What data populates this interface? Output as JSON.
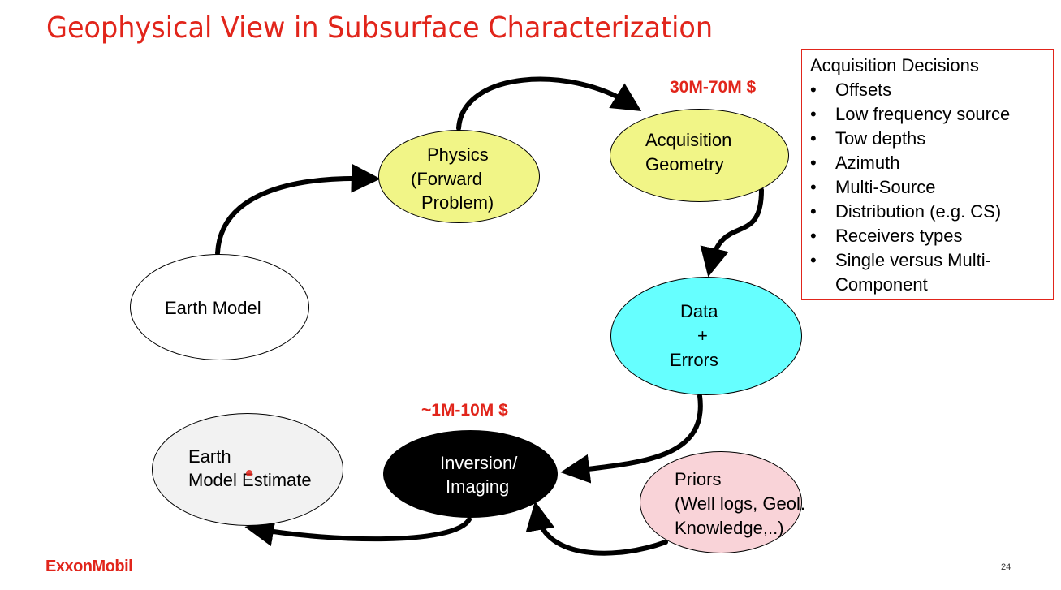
{
  "slide": {
    "title": "Geophysical View in Subsurface Characterization",
    "page_number": "24",
    "logo": "ExxonMobil"
  },
  "nodes": {
    "earth_model": {
      "label": "Earth Model",
      "fill": "#ffffff"
    },
    "physics": {
      "line1": "Physics",
      "line2": "(Forward",
      "line3": "Problem)",
      "fill": "#f1f587"
    },
    "acquisition": {
      "line1": "Acquisition",
      "line2": "Geometry",
      "fill": "#f1f587"
    },
    "data": {
      "line1": "Data",
      "line2": "+",
      "line3": "Errors",
      "fill": "#66ffff"
    },
    "inversion": {
      "line1": "Inversion/",
      "line2": "Imaging",
      "fill": "#000000",
      "text_color": "#ffffff"
    },
    "earth_estimate": {
      "line1": "Earth",
      "line2": "Model Estimate",
      "fill": "#f2f2f2"
    },
    "priors": {
      "line1": "Priors",
      "line2": "(Well logs, Geol.",
      "line3": "Knowledge,..)",
      "fill": "#f9d3d8"
    }
  },
  "costs": {
    "acquisition": "30M-70M $",
    "inversion": "~1M-10M $"
  },
  "acquisition_decisions": {
    "heading": "Acquisition Decisions",
    "items": [
      "Offsets",
      "Low frequency source",
      "Tow depths",
      "Azimuth",
      "Multi-Source",
      "Distribution (e.g. CS)",
      "Receivers types",
      "Single versus Multi-",
      "Component"
    ]
  },
  "colors": {
    "brand_red": "#e1251b",
    "arrow": "#000000"
  }
}
